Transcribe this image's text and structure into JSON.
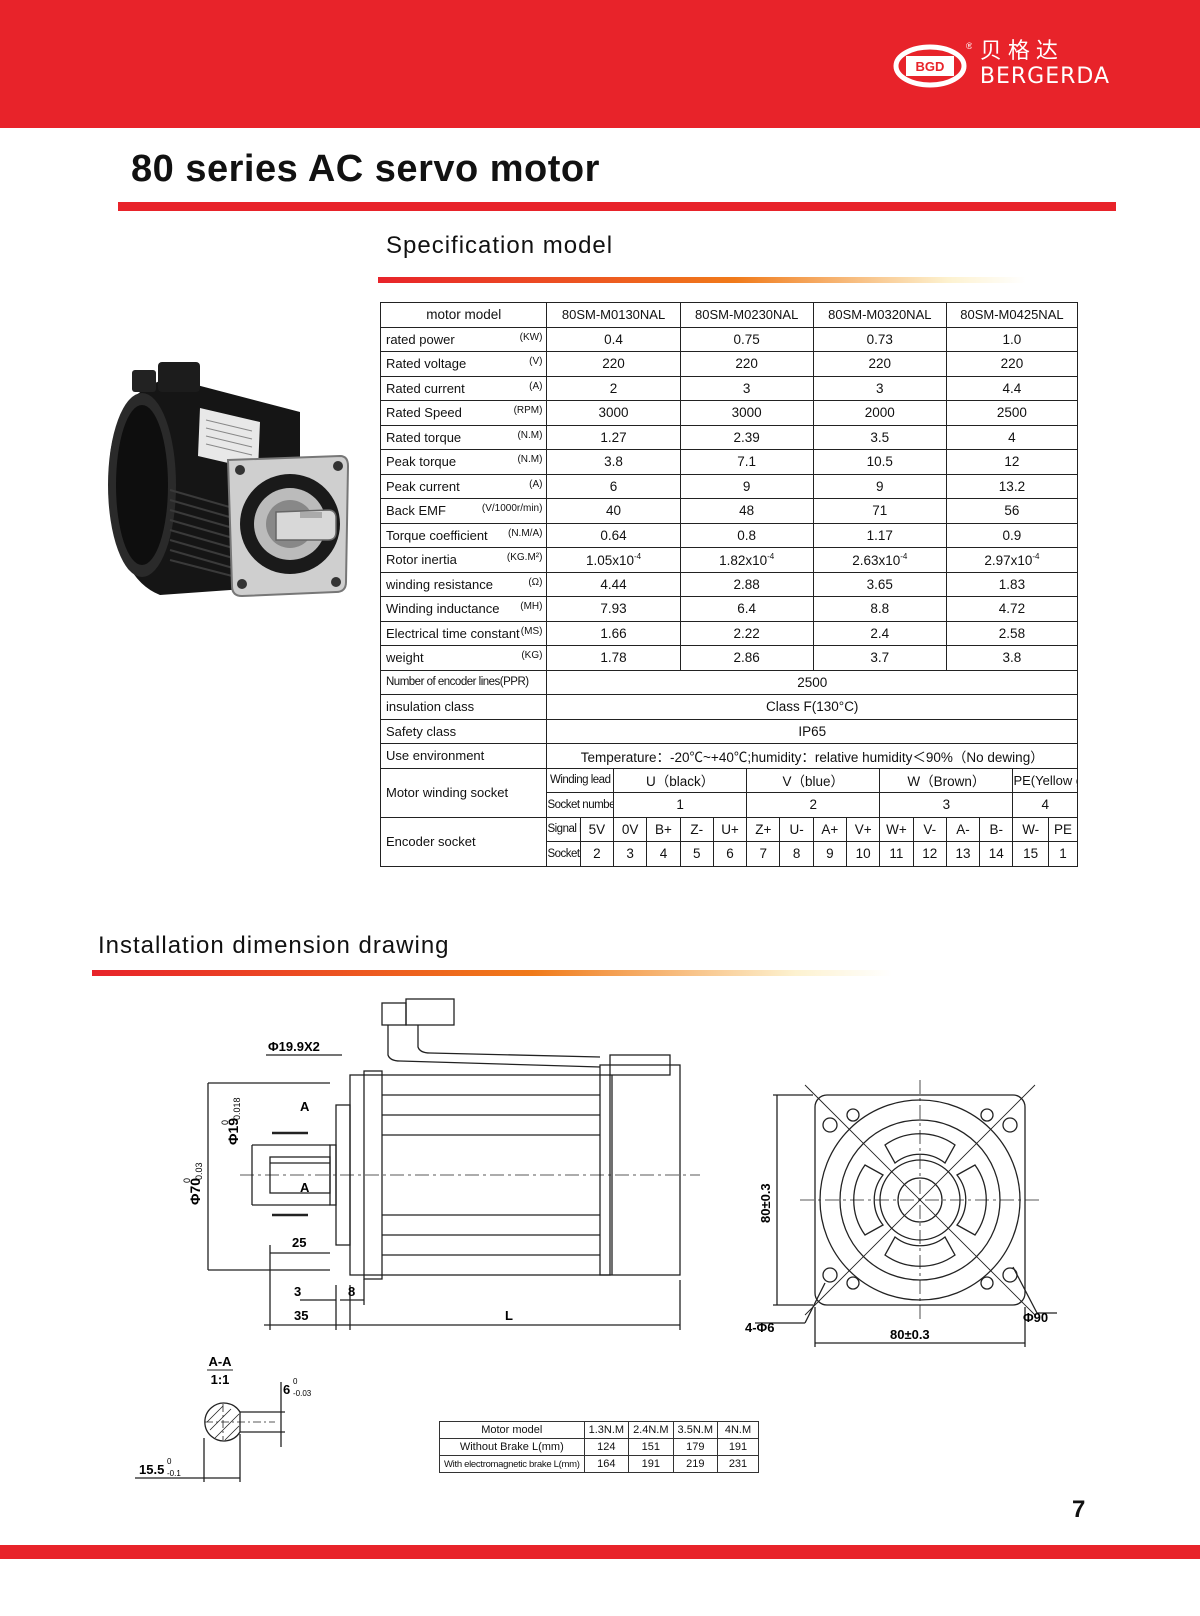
{
  "brand": {
    "short": "BGD",
    "registered": "®",
    "name_cn": "贝格达",
    "name_en": "BERGERDA"
  },
  "page_title": "80 series AC servo motor",
  "spec_section": {
    "title": "Specification model"
  },
  "install_section": {
    "title": "Installation dimension drawing"
  },
  "spec_table": {
    "header_label": "motor model",
    "models": [
      "80SM-M0130NAL",
      "80SM-M0230NAL",
      "80SM-M0320NAL",
      "80SM-M0425NAL"
    ],
    "rows": [
      {
        "label": "rated power",
        "unit": "(KW)",
        "values": [
          "0.4",
          "0.75",
          "0.73",
          "1.0"
        ]
      },
      {
        "label": "Rated voltage",
        "unit": "(V)",
        "values": [
          "220",
          "220",
          "220",
          "220"
        ]
      },
      {
        "label": "Rated current",
        "unit": "(A)",
        "values": [
          "2",
          "3",
          "3",
          "4.4"
        ]
      },
      {
        "label": "Rated Speed",
        "unit": "(RPM)",
        "values": [
          "3000",
          "3000",
          "2000",
          "2500"
        ]
      },
      {
        "label": "Rated torque",
        "unit": "(N.M)",
        "values": [
          "1.27",
          "2.39",
          "3.5",
          "4"
        ]
      },
      {
        "label": "Peak torque",
        "unit": "(N.M)",
        "values": [
          "3.8",
          "7.1",
          "10.5",
          "12"
        ]
      },
      {
        "label": "Peak current",
        "unit": "(A)",
        "values": [
          "6",
          "9",
          "9",
          "13.2"
        ]
      },
      {
        "label": "Back EMF",
        "unit": "(V/1000r/min)",
        "values": [
          "40",
          "48",
          "71",
          "56"
        ]
      },
      {
        "label": "Torque coefficient",
        "unit": "(N.M/A)",
        "values": [
          "0.64",
          "0.8",
          "1.17",
          "0.9"
        ]
      },
      {
        "label": "Rotor inertia",
        "unit": "(KG.M²)",
        "values": [
          "1.05x10",
          "1.82x10",
          "2.63x10",
          "2.97x10"
        ],
        "exponent": "-4"
      },
      {
        "label": "winding resistance",
        "unit": "(Ω)",
        "values": [
          "4.44",
          "2.88",
          "3.65",
          "1.83"
        ]
      },
      {
        "label": "Winding inductance",
        "unit": "(MH)",
        "values": [
          "7.93",
          "6.4",
          "8.8",
          "4.72"
        ]
      },
      {
        "label": "Electrical time constant",
        "unit": "(MS)",
        "values": [
          "1.66",
          "2.22",
          "2.4",
          "2.58"
        ]
      },
      {
        "label": "weight",
        "unit": "(KG)",
        "values": [
          "1.78",
          "2.86",
          "3.7",
          "3.8"
        ]
      }
    ],
    "encoder_lines": {
      "label": "Number of encoder lines(PPR)",
      "value": "2500"
    },
    "insulation": {
      "label": "insulation class",
      "value": "Class F(130°C)"
    },
    "safety": {
      "label": "Safety class",
      "value": "IP65"
    },
    "environment": {
      "label": "Use environment",
      "value": "Temperature：-20℃~+40℃;humidity：relative humidity＜90%（No dewing）"
    },
    "winding_socket": {
      "label": "Motor winding socket",
      "lead_label": "Winding lead",
      "number_label": "Socket number",
      "leads": [
        "U（black）",
        "V（blue）",
        "W（Brown）",
        "PE(Yellow green)"
      ],
      "numbers": [
        "1",
        "2",
        "3",
        "4"
      ]
    },
    "encoder_socket": {
      "label": "Encoder socket",
      "signal_label": "Signal leads",
      "number_label": "Socket number",
      "signals": [
        "5V",
        "0V",
        "B+",
        "Z-",
        "U+",
        "Z+",
        "U-",
        "A+",
        "V+",
        "W+",
        "V-",
        "A-",
        "B-",
        "W-",
        "PE"
      ],
      "numbers": [
        "2",
        "3",
        "4",
        "5",
        "6",
        "7",
        "8",
        "9",
        "10",
        "11",
        "12",
        "13",
        "14",
        "15",
        "1"
      ]
    }
  },
  "drawing": {
    "side": {
      "d_shaft_hole": "Φ19.9X2",
      "d_shaft": "Φ19",
      "d_shaft_tol_upper": "0",
      "d_shaft_tol_lower": "-0.018",
      "d_pilot": "Φ70",
      "d_pilot_tol_upper": "0",
      "d_pilot_tol_lower": "-0.03",
      "section_mark": "A",
      "key_length": "25",
      "dim_3": "3",
      "dim_8": "8",
      "dim_35": "35",
      "dim_L": "L"
    },
    "front": {
      "square": "80±0.3",
      "holes": "4-Φ6",
      "bolt_circle": "Φ90",
      "width": "80±0.3"
    },
    "section": {
      "title": "A-A",
      "scale": "1:1",
      "key_width": "6",
      "key_tol_upper": "0",
      "key_tol_lower": "-0.03",
      "depth": "15.5",
      "depth_tol_upper": "0",
      "depth_tol_lower": "-0.1"
    }
  },
  "length_table": {
    "header_label": "Motor model",
    "models": [
      "1.3N.M",
      "2.4N.M",
      "3.5N.M",
      "4N.M"
    ],
    "rows": [
      {
        "label": "Without Brake L(mm)",
        "values": [
          "124",
          "151",
          "179",
          "191"
        ]
      },
      {
        "label": "With electromagnetic brake L(mm)",
        "values": [
          "164",
          "191",
          "219",
          "231"
        ]
      }
    ]
  },
  "page_number": "7",
  "colors": {
    "brand_red": "#e8232a",
    "accent_orange": "#f07a1a"
  }
}
